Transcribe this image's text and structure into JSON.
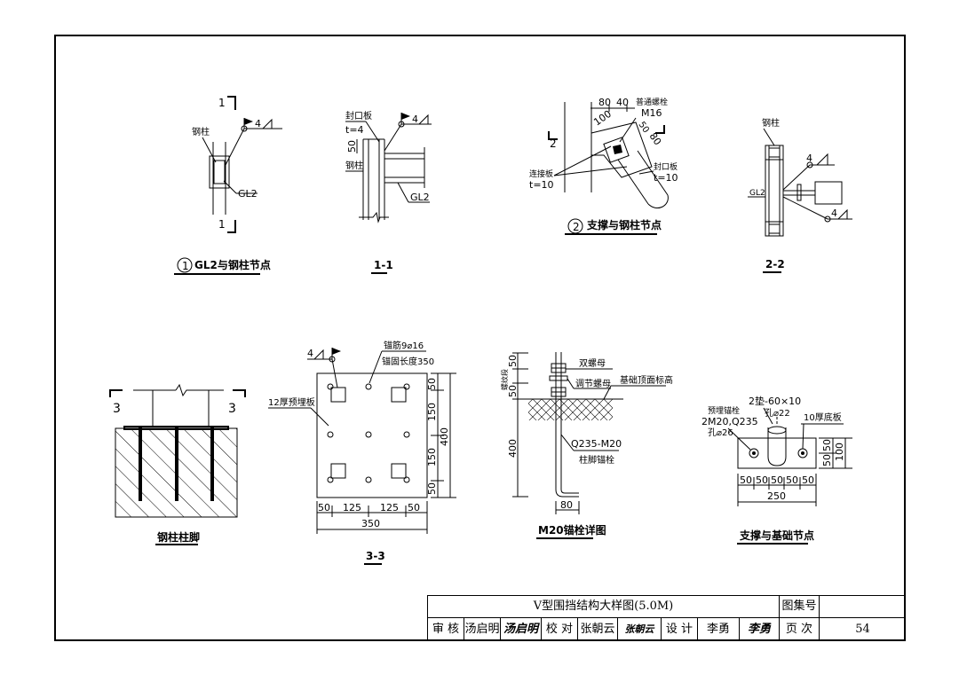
{
  "views": {
    "v1": {
      "title": "GL2与钢柱节点",
      "num": "1",
      "section_mark": "1",
      "column_label": "钢柱",
      "beam_label": "GL2",
      "weld_size": "4"
    },
    "v11": {
      "title": "1-1",
      "cover_plate_label": "封口板",
      "t_value": "t=4",
      "dim_50": "50",
      "column_label": "钢柱",
      "beam_label": "GL2",
      "weld_size": "4"
    },
    "v2": {
      "title": "支撑与钢柱节点",
      "num": "2",
      "section_mark": "2",
      "dim_80": "80",
      "dim_40": "40",
      "dim_100": "100",
      "dim_50": "50",
      "dim_80b": "80",
      "bolt_label": "普通螺栓",
      "bolt_size": "M16",
      "plate_label": "连接板",
      "plate_t": "t=10",
      "cover_label": "封口板",
      "cover_t": "t=10"
    },
    "v22": {
      "title": "2-2",
      "column_label": "钢柱",
      "beam_label": "GL2",
      "weld_top": "4",
      "weld_bottom": "4"
    },
    "foot": {
      "title": "钢柱柱脚",
      "section_mark": "3"
    },
    "v33": {
      "title": "3-3",
      "weld_size": "4",
      "anchor_label": "锚筋9⌀16",
      "anchor_len": "锚固长度350",
      "plate_label": "12厚预埋板",
      "dim_50": "50",
      "dim_150": "150",
      "dim_400": "400",
      "dim_125": "125",
      "dim_350": "350"
    },
    "bolt": {
      "title": "M20锚栓详图",
      "thread_label": "螺纹段",
      "double_nut": "双螺母",
      "adjust_nut": "调节螺母",
      "elev_label": "基础顶面标高",
      "material": "Q235-M20",
      "name": "柱脚锚栓",
      "dim_50": "50",
      "dim_400": "400",
      "dim_80": "80"
    },
    "base": {
      "title": "支撑与基础节点",
      "embed_label": "预埋锚栓",
      "embed_spec": "2M20,Q235",
      "hole_label": "孔⌀26",
      "washer": "2垫-60×10",
      "washer_hole": "孔⌀22",
      "base_plate": "10厚底板",
      "dim_50": "50",
      "dim_100": "100",
      "dim_250": "250"
    }
  },
  "title_block": {
    "drawing_title": "V型围挡结构大样图(5.0M)",
    "atlas_label": "图集号",
    "atlas_value": "",
    "review_label": "审  核",
    "reviewer": "汤启明",
    "reviewer_sig": "汤启明",
    "check_label": "校  对",
    "checker": "张朝云",
    "checker_sig": "张朝云",
    "design_label": "设  计",
    "designer": "李勇",
    "designer_sig": "李勇",
    "page_label": "页  次",
    "page_no": "54"
  }
}
